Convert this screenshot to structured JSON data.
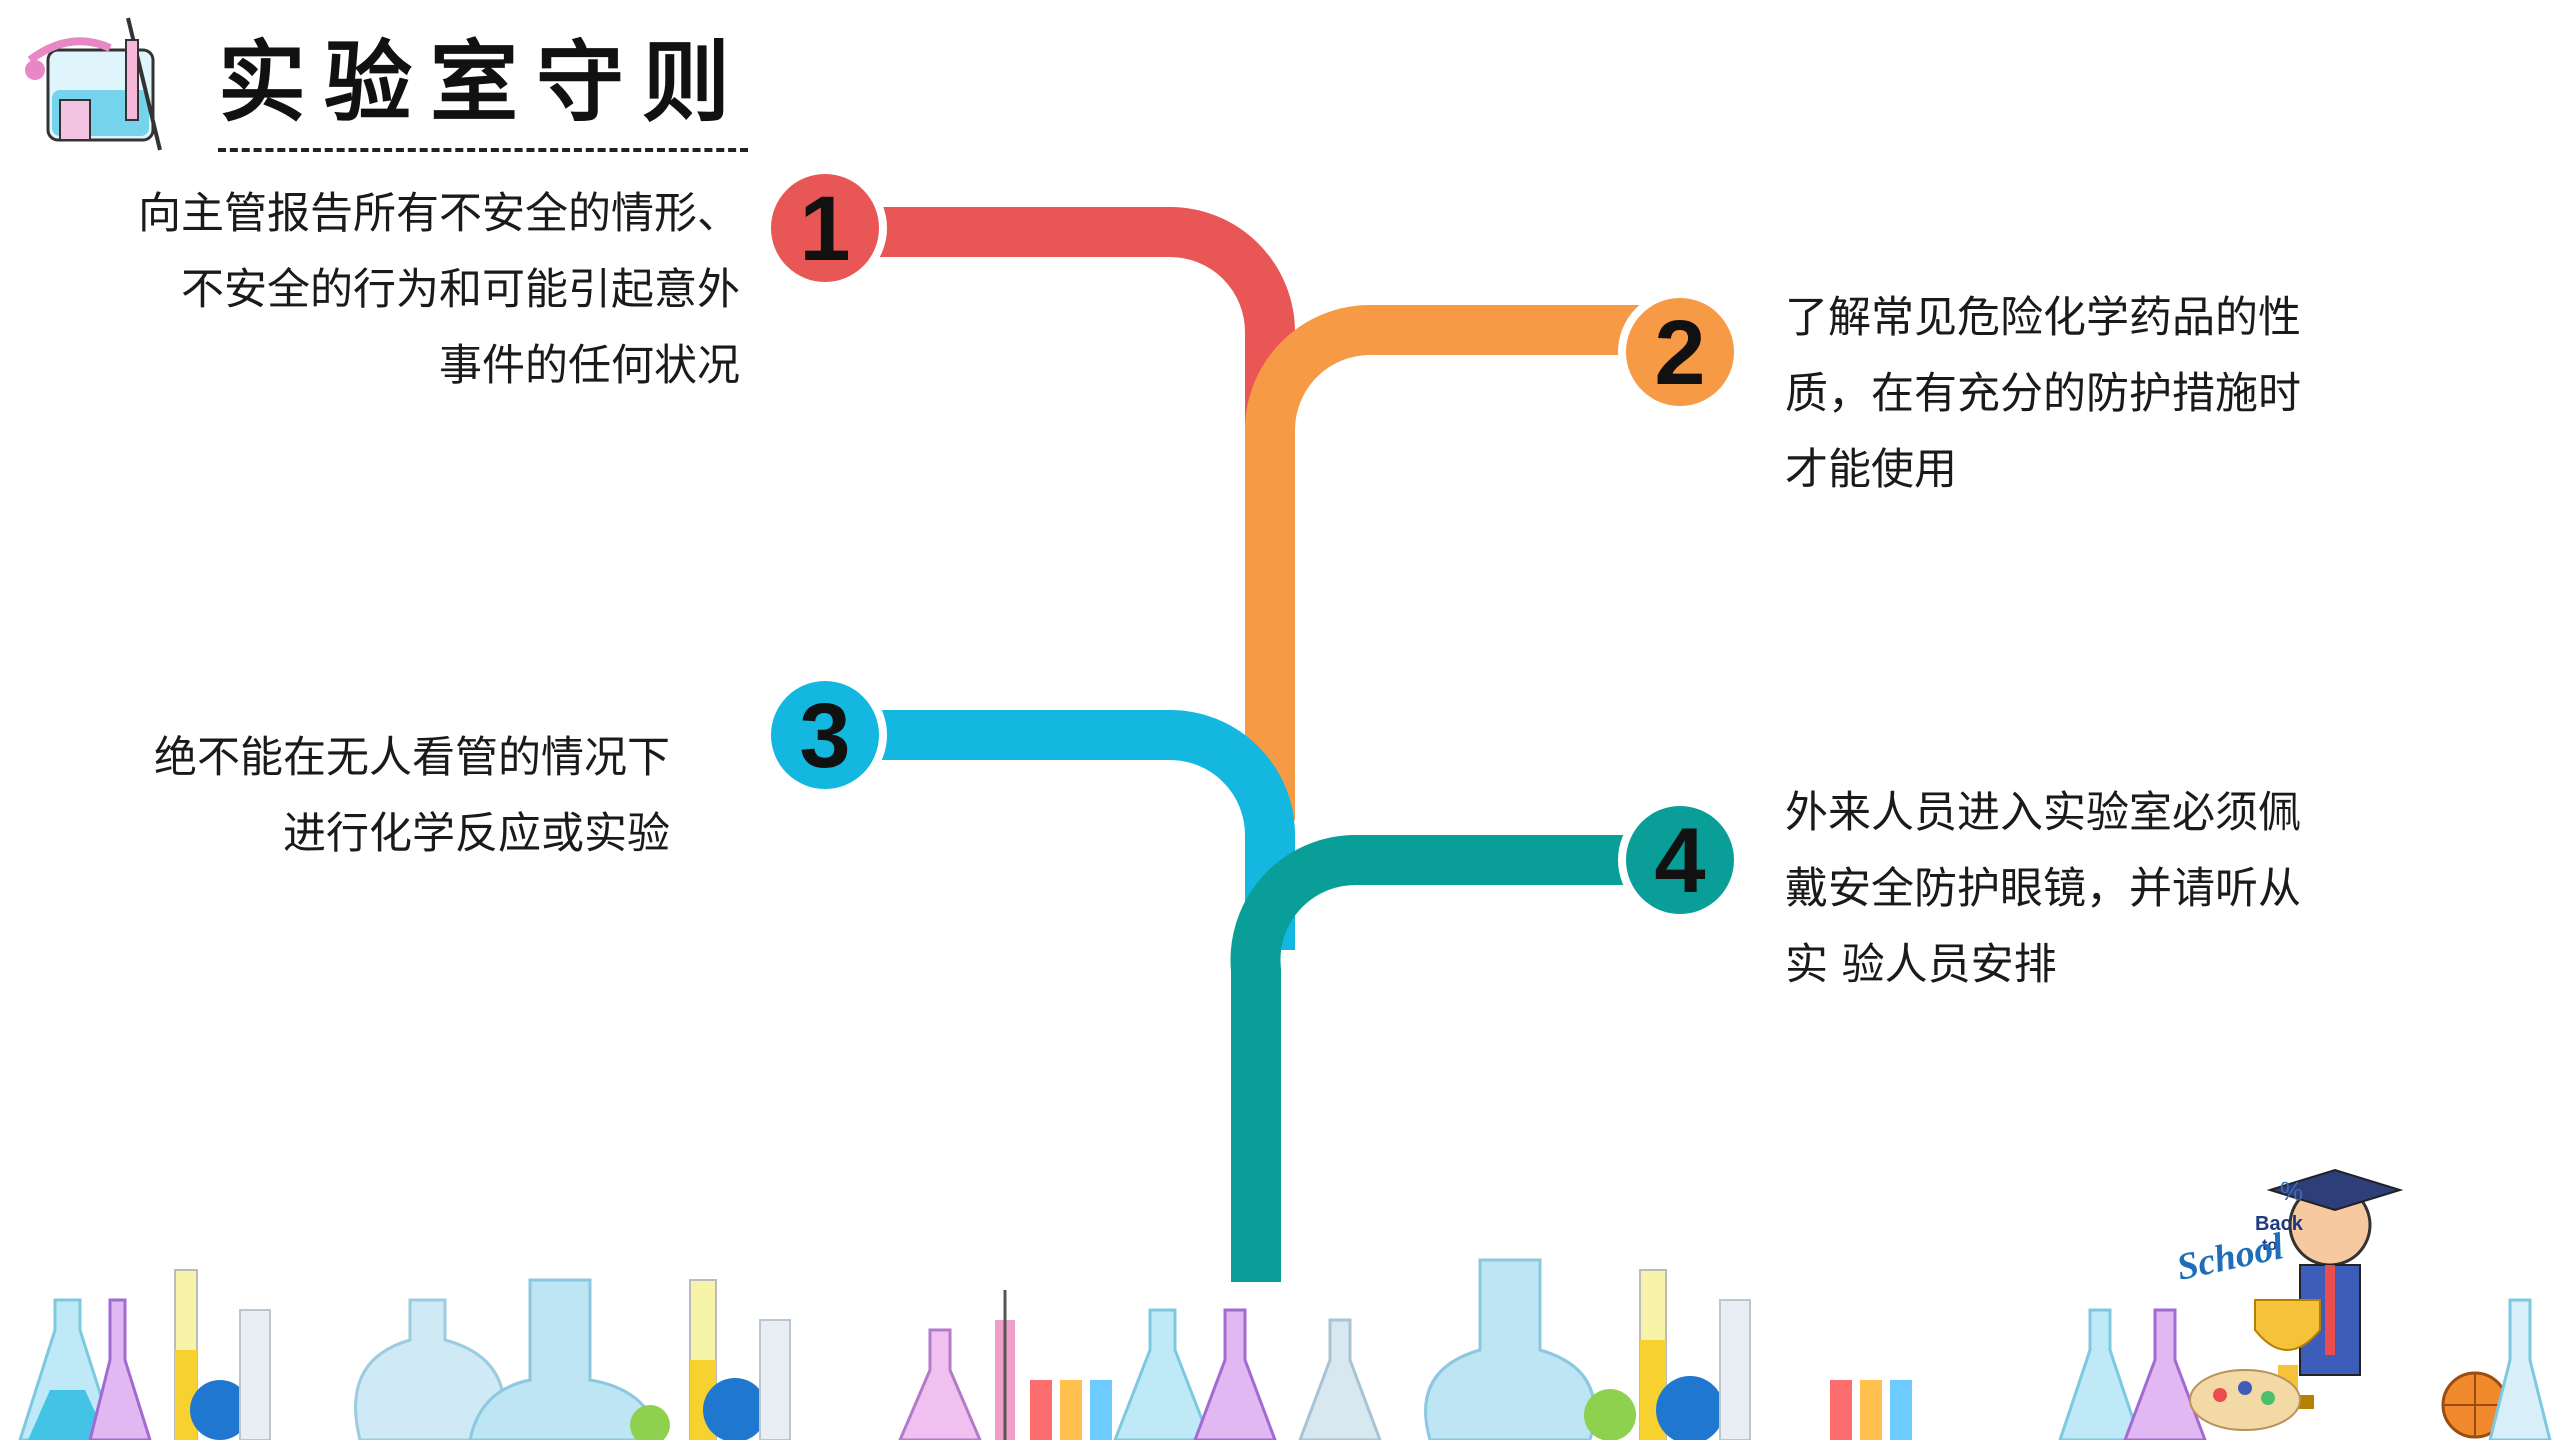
{
  "slide": {
    "title": "实验室守则"
  },
  "branches": [
    {
      "number": "1",
      "color": "#e85656",
      "lines": [
        "向主管报告所有不安全的情形、",
        "不安全的行为和可能引起意外",
        "事件的任何状况"
      ]
    },
    {
      "number": "2",
      "color": "#f79a45",
      "lines": [
        "了解常见危险化学药品的性",
        "质，在有充分的防护措施时",
        "才能使用"
      ]
    },
    {
      "number": "3",
      "color": "#13b7df",
      "lines": [
        "绝不能在无人看管的情况下",
        "进行化学反应或实验"
      ]
    },
    {
      "number": "4",
      "color": "#0a9e98",
      "lines": [
        "外来人员进入实验室必须佩",
        "戴安全防护眼镜，并请听从",
        "实 验人员安排"
      ]
    }
  ],
  "decor": {
    "back_text": "Back",
    "to_text": "to",
    "school_text": "School",
    "percent_symbol": "%"
  },
  "icons": [
    "lab-glassware-icon",
    "beaker-icon",
    "flask-icon",
    "test-tube-icon",
    "graduate-boy-icon",
    "trophy-icon",
    "palette-icon",
    "basketball-icon"
  ]
}
